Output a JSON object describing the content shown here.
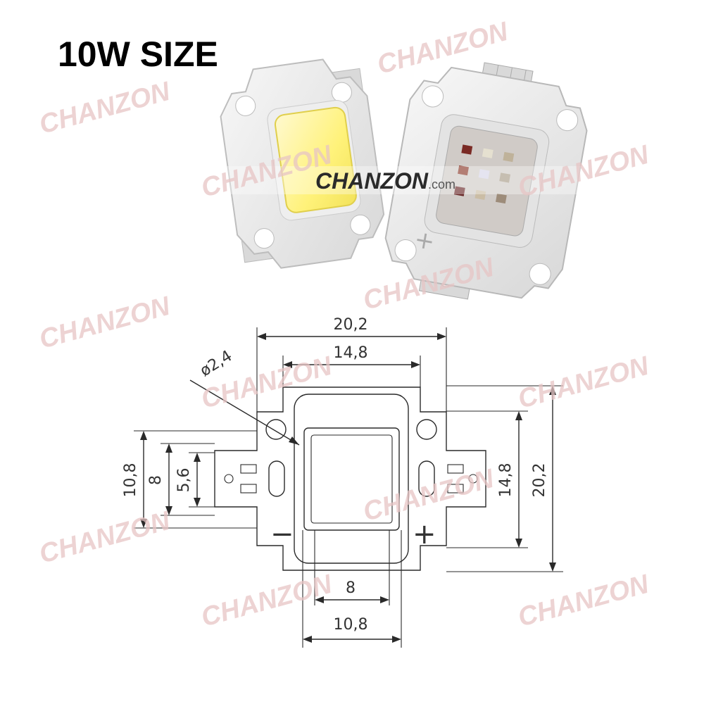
{
  "title": "10W SIZE",
  "watermark": {
    "text": "CHANZON",
    "color": "#e7c5c5"
  },
  "photo_brand": {
    "name": "CHANZON",
    "suffix": ".com"
  },
  "dimensions": {
    "top_outer": "20,2",
    "top_inner": "14,8",
    "hole": "ø2,4",
    "left_outer": "10,8",
    "left_mid": "8",
    "left_inner": "5,6",
    "right_inner": "14,8",
    "right_outer": "20,2",
    "bottom_inner": "8",
    "bottom_outer": "10,8"
  },
  "polarity": {
    "negative": "−",
    "positive": "+"
  }
}
